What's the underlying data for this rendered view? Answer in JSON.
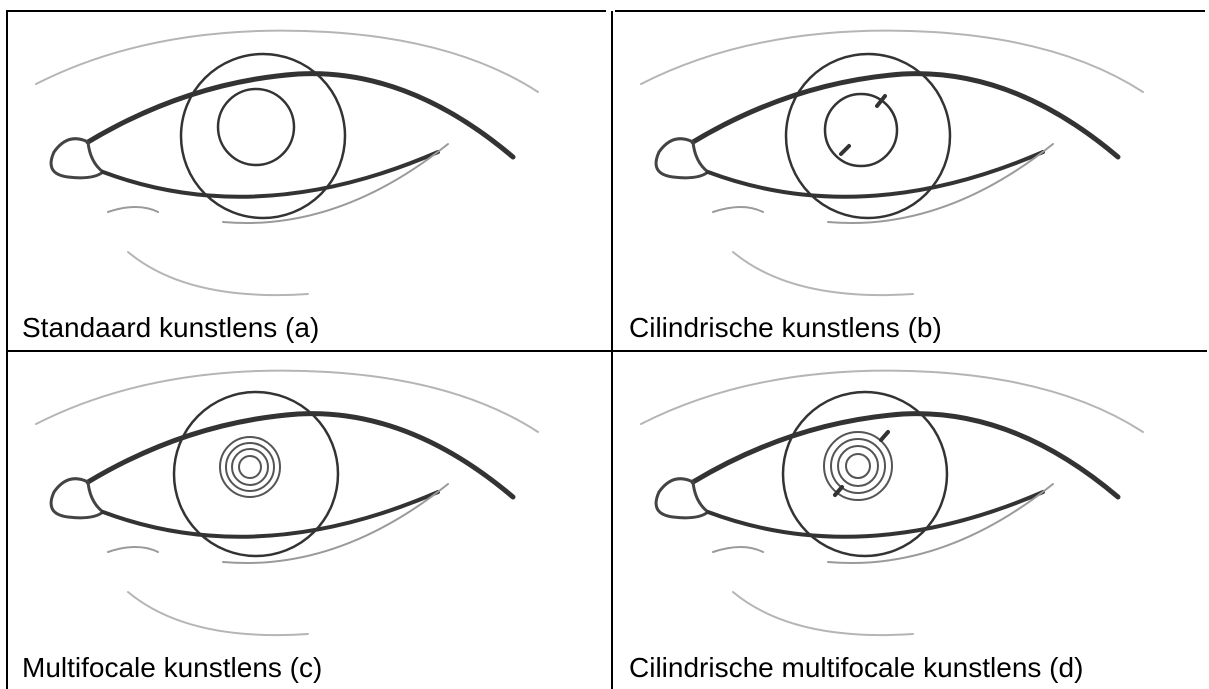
{
  "panels": [
    {
      "id": "a",
      "caption": "Standaard kunstlens (a)",
      "lens": "standard"
    },
    {
      "id": "b",
      "caption": "Cilindrische kunstlens (b)",
      "lens": "cylindrical"
    },
    {
      "id": "c",
      "caption": "Multifocale kunstlens (c)",
      "lens": "multifocal"
    },
    {
      "id": "d",
      "caption": "Cilindrische multifocale kunstlens (d)",
      "lens": "cylindrical-multifocal"
    }
  ],
  "colors": {
    "line": "#333333",
    "pencil": "#9a9a9a",
    "border": "#000000"
  }
}
